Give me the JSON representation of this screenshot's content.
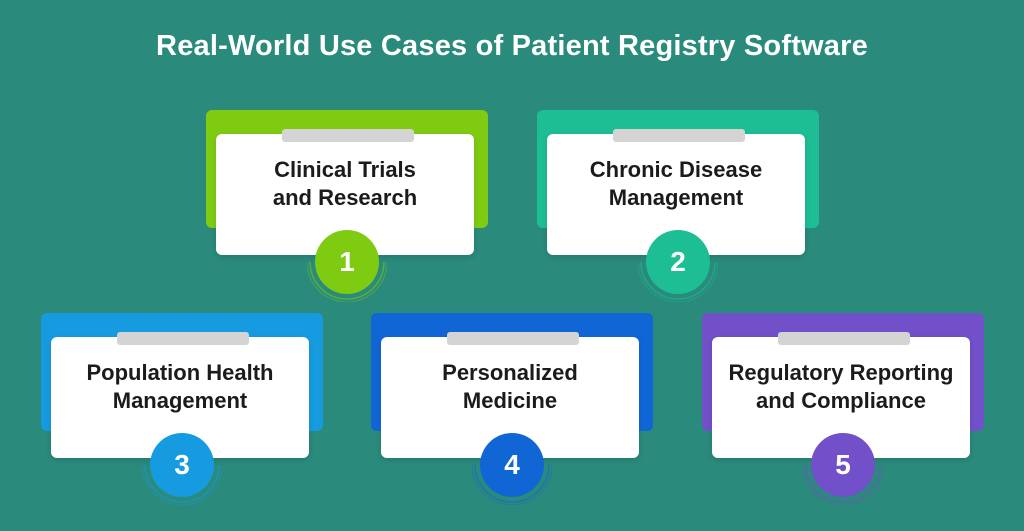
{
  "title": "Real-World Use Cases of Patient Registry Software",
  "cards": [
    {
      "number": "1",
      "line1": "Clinical Trials",
      "line2": "and Research",
      "color": "#7ecb12"
    },
    {
      "number": "2",
      "line1": "Chronic Disease",
      "line2": "Management",
      "color": "#1dbe94"
    },
    {
      "number": "3",
      "line1": "Population Health",
      "line2": "Management",
      "color": "#169be0"
    },
    {
      "number": "4",
      "line1": "Personalized",
      "line2": "Medicine",
      "color": "#1166d6"
    },
    {
      "number": "5",
      "line1": "Regulatory Reporting",
      "line2": "and Compliance",
      "color": "#7250c9"
    }
  ]
}
